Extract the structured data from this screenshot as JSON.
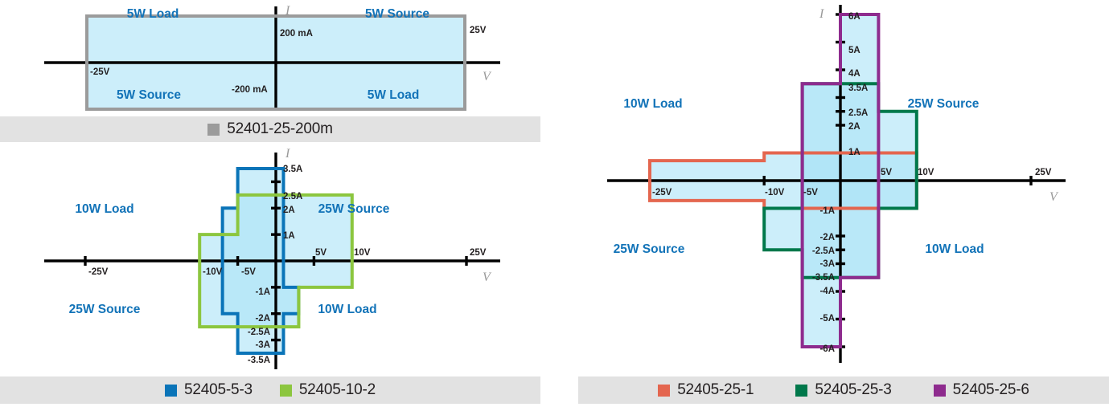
{
  "colors": {
    "fill": "#ade3f7",
    "gray": "#9b9b9b",
    "blue": "#0a74b8",
    "green": "#8cc63f",
    "orange": "#e4664f",
    "darkgreen": "#00784b",
    "purple": "#8e2b8e",
    "quadrant_text": "#1273b8",
    "axis": "#000000",
    "legend_bg": "#e2e2e2",
    "axis_letter": "#9a9a9a"
  },
  "charts": [
    {
      "id": "chart-52401-25-200m",
      "axis_letters": {
        "current": "I",
        "voltage": "V"
      },
      "quadrants": [
        {
          "name": "top-left",
          "text": "5W Load"
        },
        {
          "name": "top-right",
          "text": "5W Source"
        },
        {
          "name": "bottom-left",
          "text": "5W Source"
        },
        {
          "name": "bottom-right",
          "text": "5W Load"
        }
      ],
      "v_ticks": [
        {
          "value": -25,
          "label": "-25V"
        },
        {
          "value": 25,
          "label": "25V"
        }
      ],
      "i_ticks": [
        {
          "value": 0.2,
          "label": "200 mA"
        },
        {
          "value": -0.2,
          "label": "-200 mA"
        }
      ],
      "regions": [
        {
          "name": "52401-25-200m",
          "stroke": "#9b9b9b",
          "points": [
            [
              -25,
              0.2
            ],
            [
              25,
              0.2
            ],
            [
              25,
              -0.2
            ],
            [
              -25,
              -0.2
            ]
          ]
        }
      ],
      "legend": [
        {
          "swatch": "#9b9b9b",
          "label": "52401-25-200m"
        }
      ]
    },
    {
      "id": "chart-52405-5-3-and-10-2",
      "axis_letters": {
        "current": "I",
        "voltage": "V"
      },
      "quadrants": [
        {
          "name": "top-left",
          "text": "10W Load"
        },
        {
          "name": "top-right",
          "text": "25W Source"
        },
        {
          "name": "bottom-left",
          "text": "25W Source"
        },
        {
          "name": "bottom-right",
          "text": "10W Load"
        }
      ],
      "v_ticks": [
        {
          "value": -25,
          "label": "-25V"
        },
        {
          "value": -10,
          "label": "-10V"
        },
        {
          "value": -5,
          "label": "-5V"
        },
        {
          "value": 5,
          "label": "5V"
        },
        {
          "value": 10,
          "label": "10V"
        },
        {
          "value": 25,
          "label": "25V"
        }
      ],
      "i_ticks": [
        {
          "value": 3.5,
          "label": "3.5A"
        },
        {
          "value": 3,
          "label": ""
        },
        {
          "value": 2.5,
          "label": "2.5A"
        },
        {
          "value": 2,
          "label": "2A"
        },
        {
          "value": 1,
          "label": "1A"
        },
        {
          "value": -1,
          "label": "-1A"
        },
        {
          "value": -2,
          "label": "-2A"
        },
        {
          "value": -2.5,
          "label": "-2.5A"
        },
        {
          "value": -3,
          "label": "-3A"
        },
        {
          "value": -3.5,
          "label": "-3.5A"
        }
      ],
      "regions": [
        {
          "name": "52405-5-3",
          "stroke": "#0a74b8",
          "points": [
            [
              -5,
              3.5
            ],
            [
              1,
              3.5
            ],
            [
              1,
              -1
            ],
            [
              3,
              -1
            ],
            [
              3,
              -2
            ],
            [
              1,
              -2
            ],
            [
              1,
              -3.5
            ],
            [
              -5,
              -3.5
            ],
            [
              -5,
              -2
            ],
            [
              -7,
              -2
            ],
            [
              -7,
              2
            ],
            [
              -5,
              2
            ]
          ]
        },
        {
          "name": "52405-10-2",
          "stroke": "#8cc63f",
          "points": [
            [
              -5,
              2.5
            ],
            [
              10,
              2.5
            ],
            [
              10,
              -1
            ],
            [
              3,
              -1
            ],
            [
              3,
              -2.5
            ],
            [
              -10,
              -2.5
            ],
            [
              -10,
              1
            ],
            [
              -5,
              1
            ]
          ]
        }
      ],
      "legend": [
        {
          "swatch": "#0a74b8",
          "label": "52405-5-3"
        },
        {
          "swatch": "#8cc63f",
          "label": "52405-10-2"
        }
      ]
    },
    {
      "id": "chart-52405-25-series",
      "axis_letters": {
        "current": "I",
        "voltage": "V"
      },
      "quadrants": [
        {
          "name": "top-left",
          "text": "10W Load"
        },
        {
          "name": "top-right",
          "text": "25W Source"
        },
        {
          "name": "bottom-left",
          "text": "25W Source"
        },
        {
          "name": "bottom-right",
          "text": "10W Load"
        }
      ],
      "v_ticks": [
        {
          "value": -25,
          "label": "-25V"
        },
        {
          "value": -10,
          "label": "-10V"
        },
        {
          "value": -5,
          "label": "-5V"
        },
        {
          "value": 5,
          "label": "5V"
        },
        {
          "value": 10,
          "label": "10V"
        },
        {
          "value": 25,
          "label": "25V"
        }
      ],
      "i_ticks": [
        {
          "value": 6,
          "label": "6A"
        },
        {
          "value": 5,
          "label": "5A"
        },
        {
          "value": 4,
          "label": "4A"
        },
        {
          "value": 3.5,
          "label": "3.5A"
        },
        {
          "value": 3,
          "label": ""
        },
        {
          "value": 2.5,
          "label": "2.5A"
        },
        {
          "value": 2,
          "label": "2A"
        },
        {
          "value": 1,
          "label": "1A"
        },
        {
          "value": -1,
          "label": "-1A"
        },
        {
          "value": -2,
          "label": "-2A"
        },
        {
          "value": -2.5,
          "label": "-2.5A"
        },
        {
          "value": -3,
          "label": "-3A"
        },
        {
          "value": -3.5,
          "label": "-3.5A"
        },
        {
          "value": -4,
          "label": "-4A"
        },
        {
          "value": -5,
          "label": "-5A"
        },
        {
          "value": -6,
          "label": "-6A"
        }
      ],
      "regions": [
        {
          "name": "52405-25-1",
          "stroke": "#e4664f",
          "points": [
            [
              -25,
              0.72
            ],
            [
              -10,
              0.72
            ],
            [
              -10,
              1
            ],
            [
              10,
              1
            ],
            [
              10,
              -1
            ],
            [
              -10,
              -1
            ],
            [
              -10,
              -0.72
            ],
            [
              -25,
              -0.72
            ]
          ]
        },
        {
          "name": "52405-25-3",
          "stroke": "#00784b",
          "points": [
            [
              -5,
              3.5
            ],
            [
              5,
              3.5
            ],
            [
              5,
              2.5
            ],
            [
              10,
              2.5
            ],
            [
              10,
              -1
            ],
            [
              5,
              -1
            ],
            [
              5,
              -3.5
            ],
            [
              -5,
              -3.5
            ],
            [
              -5,
              -2.5
            ],
            [
              -10,
              -2.5
            ],
            [
              -10,
              -1
            ],
            [
              -5,
              -1
            ]
          ]
        },
        {
          "name": "52405-25-6",
          "stroke": "#8e2b8e",
          "points": [
            [
              0,
              6
            ],
            [
              5,
              6
            ],
            [
              5,
              -3.5
            ],
            [
              0,
              -3.5
            ],
            [
              0,
              -6
            ],
            [
              -5,
              -6
            ],
            [
              -5,
              -3.5
            ],
            [
              -5,
              3.5
            ],
            [
              0,
              3.5
            ]
          ]
        }
      ],
      "legend": [
        {
          "swatch": "#e4664f",
          "label": "52405-25-1"
        },
        {
          "swatch": "#00784b",
          "label": "52405-25-3"
        },
        {
          "swatch": "#8e2b8e",
          "label": "52405-25-6"
        }
      ]
    }
  ]
}
